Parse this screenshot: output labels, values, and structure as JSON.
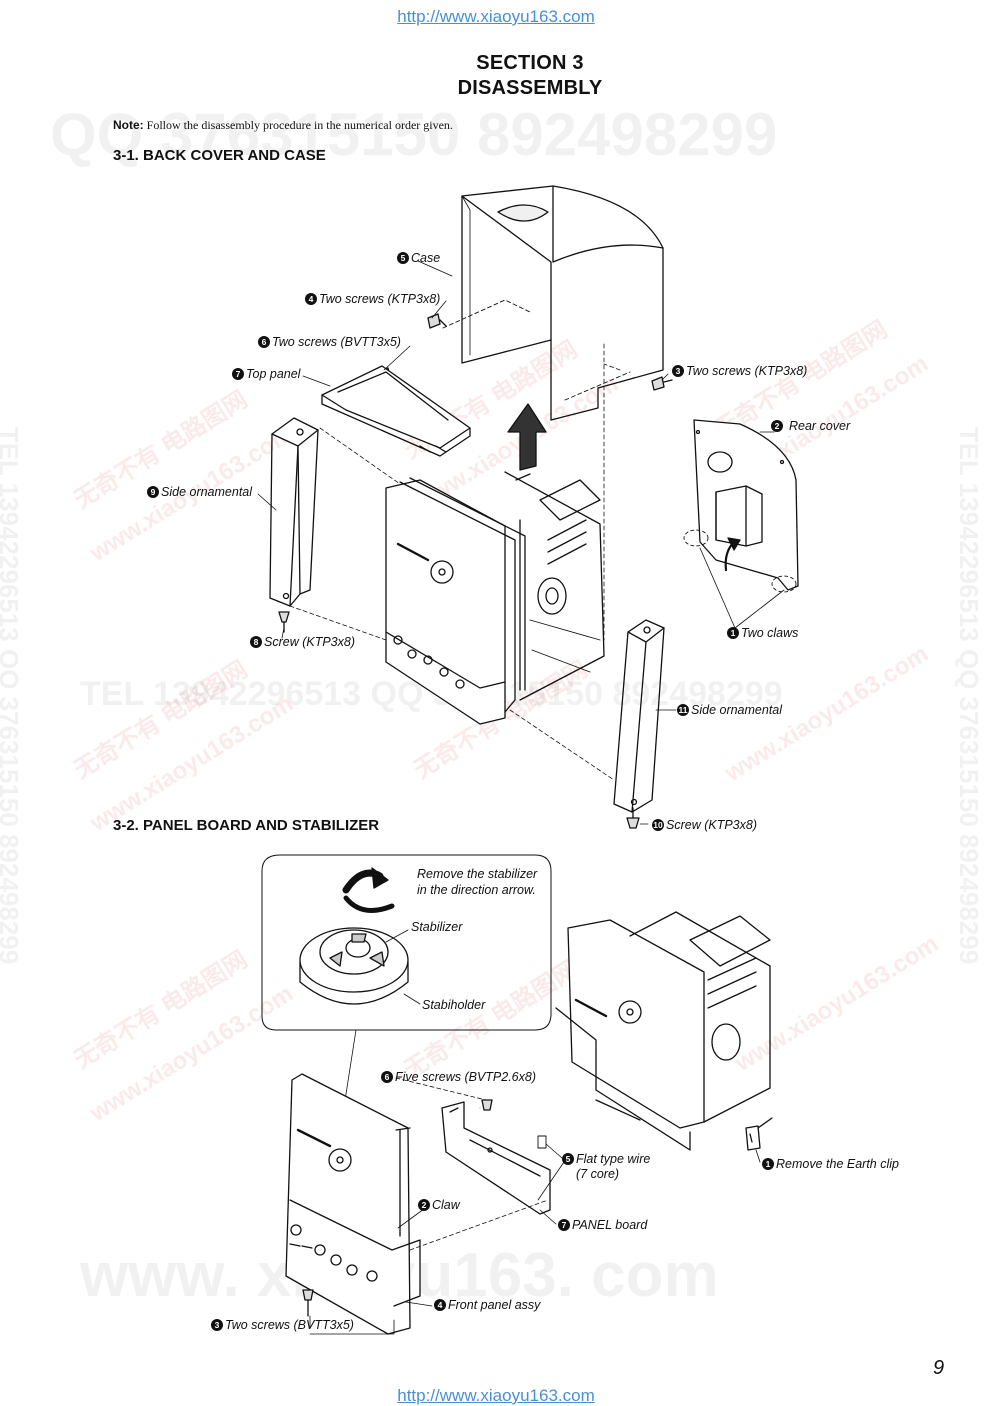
{
  "header_url": "http://www.xiaoyu163.com",
  "footer_url": "http://www.xiaoyu163.com",
  "section": {
    "line1": "SECTION 3",
    "line2": "DISASSEMBLY"
  },
  "note": {
    "label": "Note:",
    "text": "Follow the disassembly procedure in the numerical order given."
  },
  "s31": {
    "heading": "3-1. BACK COVER AND CASE",
    "labels": [
      {
        "n": "5",
        "t": "Case"
      },
      {
        "n": "4",
        "t": "Two screws (KTP3x8)"
      },
      {
        "n": "6",
        "t": "Two screws (BVTT3x5)"
      },
      {
        "n": "7",
        "t": "Top panel"
      },
      {
        "n": "3",
        "t": "Two screws (KTP3x8)"
      },
      {
        "n": "2",
        "t": "Rear cover"
      },
      {
        "n": "9",
        "t": "Side ornamental"
      },
      {
        "n": "1",
        "t": "Two claws"
      },
      {
        "n": "8",
        "t": "Screw (KTP3x8)"
      },
      {
        "n": "11",
        "t": "Side ornamental"
      },
      {
        "n": "10",
        "t": "Screw (KTP3x8)"
      }
    ]
  },
  "s32": {
    "heading": "3-2. PANEL BOARD AND STABILIZER",
    "inset_note": [
      "Remove the stabilizer",
      "in the direction arrow."
    ],
    "stabilizer": "Stabilizer",
    "stabiholder": "Stabiholder",
    "labels": [
      {
        "n": "6",
        "t": "Five screws (BVTP2.6x8)"
      },
      {
        "n": "5",
        "t": "Flat type wire",
        "t2": "(7 core)"
      },
      {
        "n": "1",
        "t": "Remove the Earth clip"
      },
      {
        "n": "2",
        "t": "Claw"
      },
      {
        "n": "7",
        "t": "PANEL board"
      },
      {
        "n": "4",
        "t": "Front panel assy"
      },
      {
        "n": "3",
        "t": "Two screws (BVTT3x5)"
      }
    ]
  },
  "page_number": "9",
  "watermarks": {
    "top": "QQ 376315150   892498299",
    "mid": "TEL 13942296513   QQ 376315150   892498299",
    "side_right": "TEL 13942296513   QQ 376315150   892498299",
    "bottom": "www. xiaoyu163. com",
    "diag1": "无奇不有  电路图网",
    "diag2": "www.xiaoyu163.com"
  }
}
